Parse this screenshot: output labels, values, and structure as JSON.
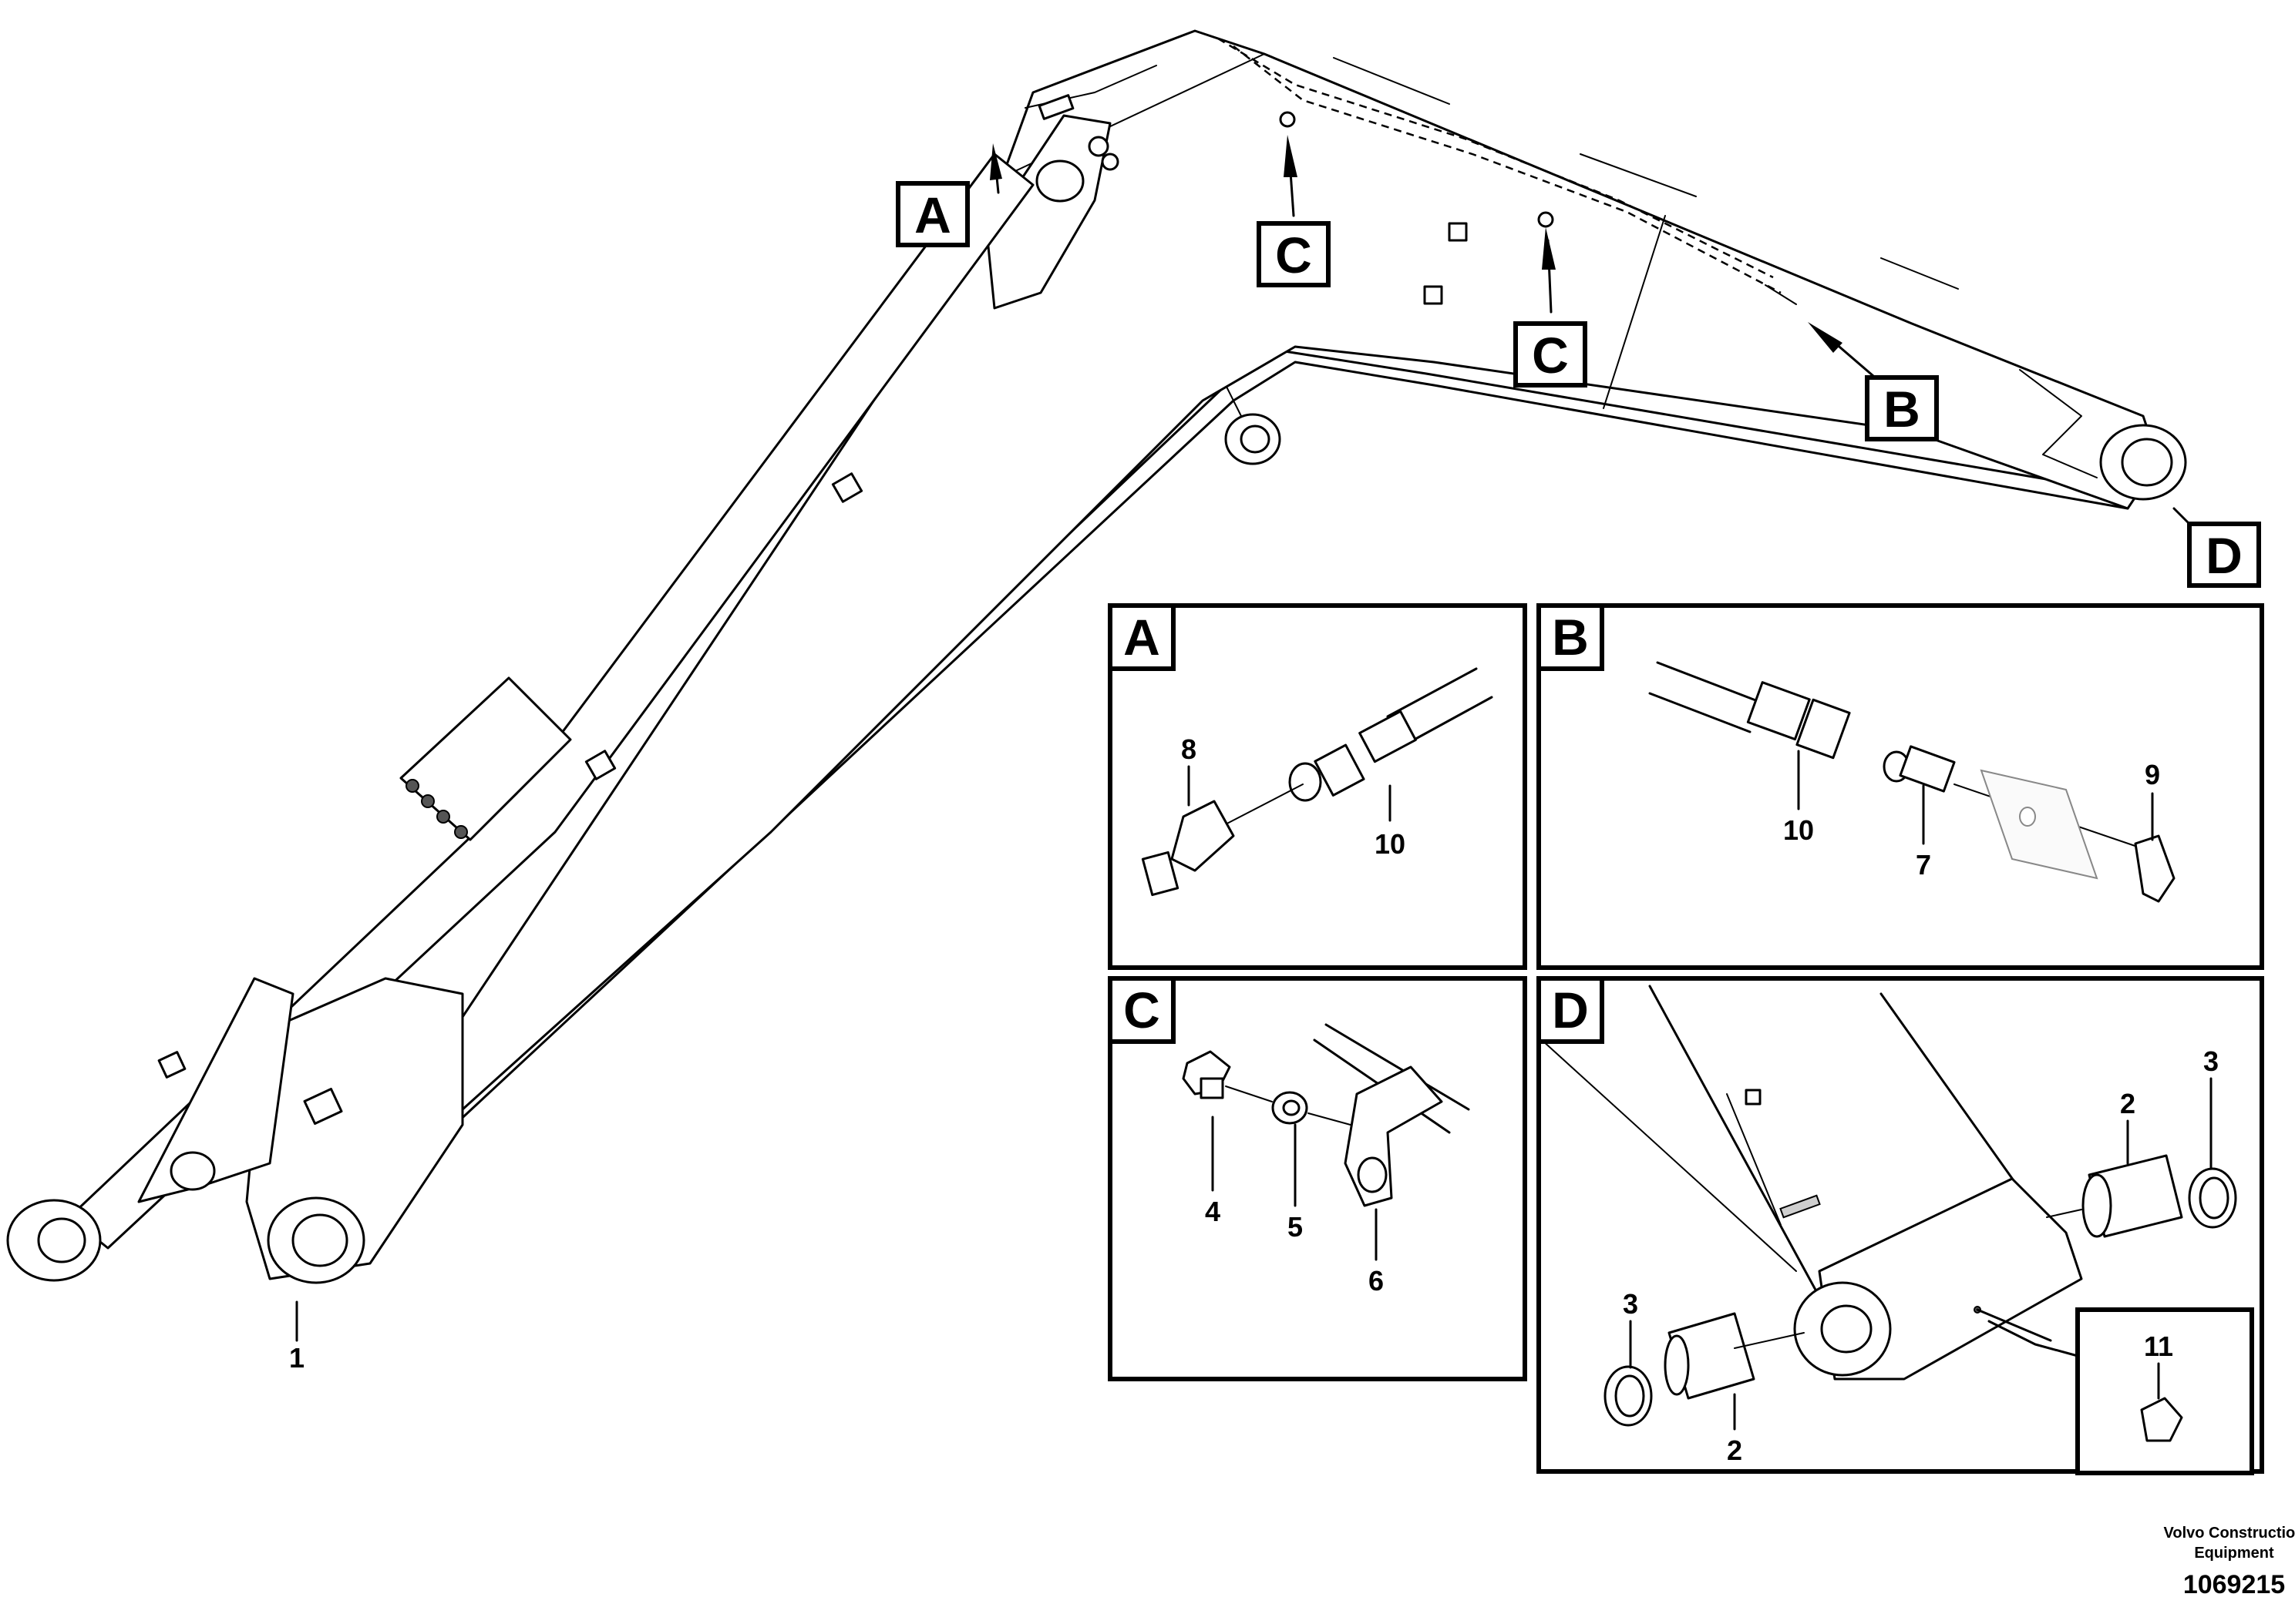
{
  "callouts": {
    "a": "A",
    "b": "B",
    "c": "C",
    "d": "D"
  },
  "panels": {
    "a": {
      "label": "A",
      "parts": [
        "8",
        "10"
      ]
    },
    "b": {
      "label": "B",
      "parts": [
        "10",
        "7",
        "9"
      ]
    },
    "c": {
      "label": "C",
      "parts": [
        "4",
        "5",
        "6"
      ]
    },
    "d": {
      "label": "D",
      "parts": [
        "2",
        "3",
        "3",
        "2"
      ],
      "detail": "11"
    }
  },
  "main_parts": {
    "cylinder_eye": "1"
  },
  "footer": {
    "brand_line1": "Volvo Construction",
    "brand_line2": "Equipment",
    "drawing_number": "1069215"
  }
}
